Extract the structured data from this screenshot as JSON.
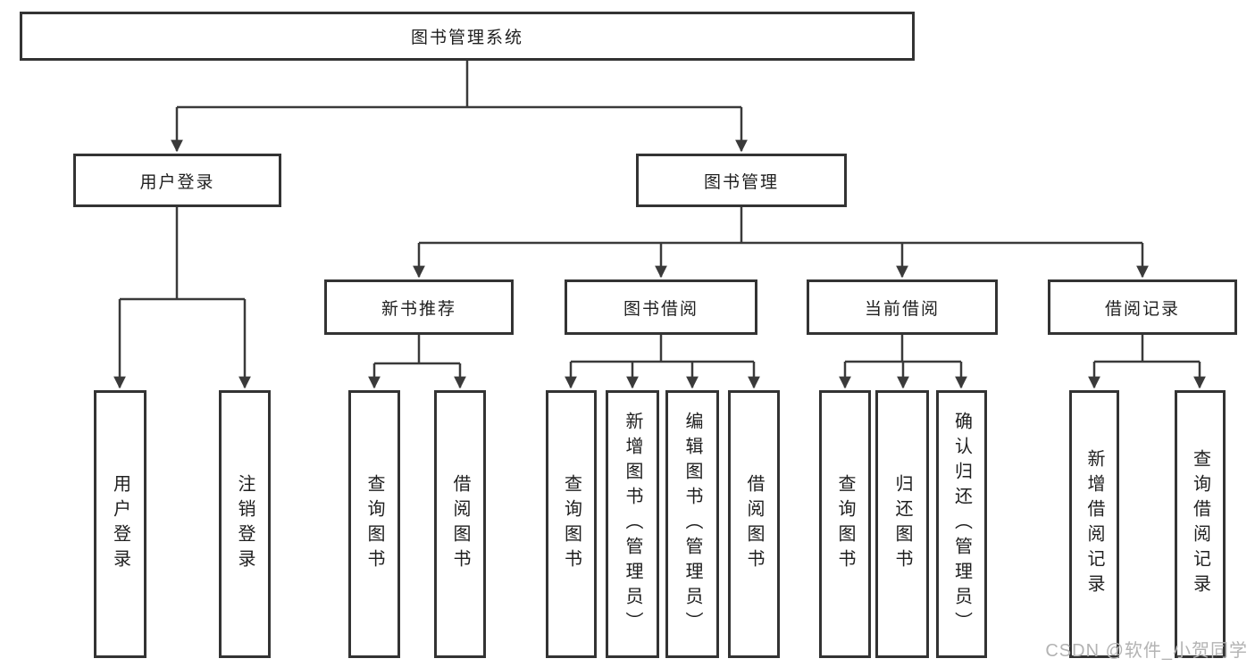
{
  "diagram": {
    "title": "图书管理系统",
    "level2": [
      {
        "label": "用户登录",
        "leaves": [
          {
            "label": "用户登录"
          },
          {
            "label": "注销登录"
          }
        ]
      },
      {
        "label": "图书管理",
        "sections": [
          {
            "label": "新书推荐",
            "leaves": [
              {
                "label": "查询图书"
              },
              {
                "label": "借阅图书"
              }
            ]
          },
          {
            "label": "图书借阅",
            "leaves": [
              {
                "label": "查询图书"
              },
              {
                "label": "新增图书（管理员）"
              },
              {
                "label": "编辑图书（管理员）"
              },
              {
                "label": "借阅图书"
              }
            ]
          },
          {
            "label": "当前借阅",
            "leaves": [
              {
                "label": "查询图书"
              },
              {
                "label": "归还图书"
              },
              {
                "label": "确认归还（管理员）"
              }
            ]
          },
          {
            "label": "借阅记录",
            "leaves": [
              {
                "label": "新增借阅记录"
              },
              {
                "label": "查询借阅记录"
              }
            ]
          }
        ]
      }
    ]
  },
  "watermark": {
    "text": "CSDN @软件_小贺同学"
  },
  "colors": {
    "line": "#3a3a3a",
    "border": "#333333",
    "text": "#1f1f1f",
    "watermark": "#b3b3b3"
  }
}
